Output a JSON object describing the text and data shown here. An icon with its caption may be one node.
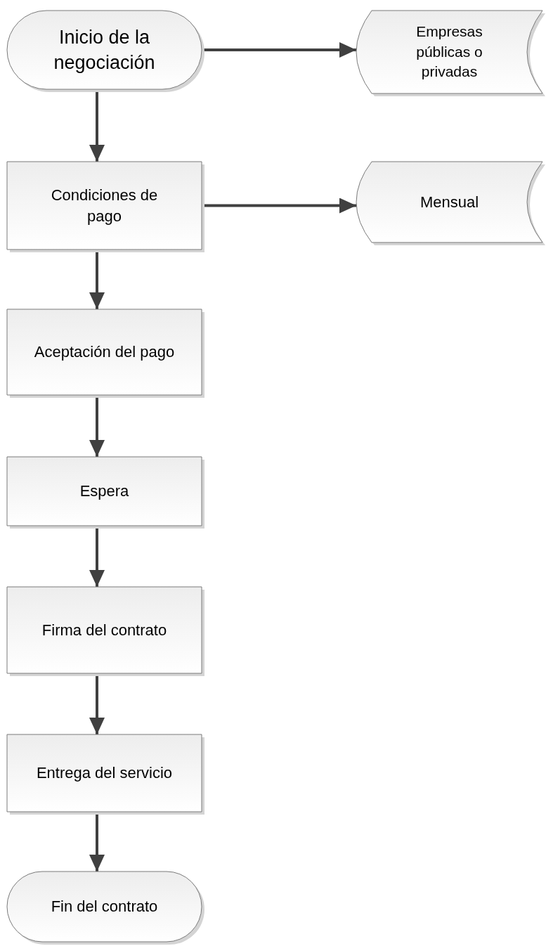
{
  "diagram": {
    "nodes": [
      {
        "text": [
          "Inicio de la negociación"
        ]
      },
      {
        "text": [
          "Empresas públicas o privadas"
        ]
      },
      {
        "text": [
          "Condiciones de pago"
        ]
      },
      {
        "text": [
          "Mensual"
        ]
      },
      {
        "text": [
          "Aceptación del pago"
        ]
      },
      {
        "text": [
          "Espera"
        ]
      },
      {
        "text": [
          "Firma del contrato"
        ]
      },
      {
        "text": [
          "Entrega del servicio"
        ]
      },
      {
        "text": [
          "Fin del contrato"
        ]
      }
    ],
    "edges": [
      {
        "from": 0,
        "to": 1,
        "arrow": "to"
      },
      {
        "from": 0,
        "to": 2,
        "arrow": "to"
      },
      {
        "from": 2,
        "to": 3,
        "arrow": "to"
      },
      {
        "from": 2,
        "to": 4,
        "arrow": "to"
      },
      {
        "from": 4,
        "to": 5,
        "arrow": "to"
      },
      {
        "from": 5,
        "to": 6,
        "arrow": "to"
      },
      {
        "from": 6,
        "to": 7,
        "arrow": "to"
      },
      {
        "from": 7,
        "to": 8,
        "arrow": "to"
      }
    ]
  }
}
